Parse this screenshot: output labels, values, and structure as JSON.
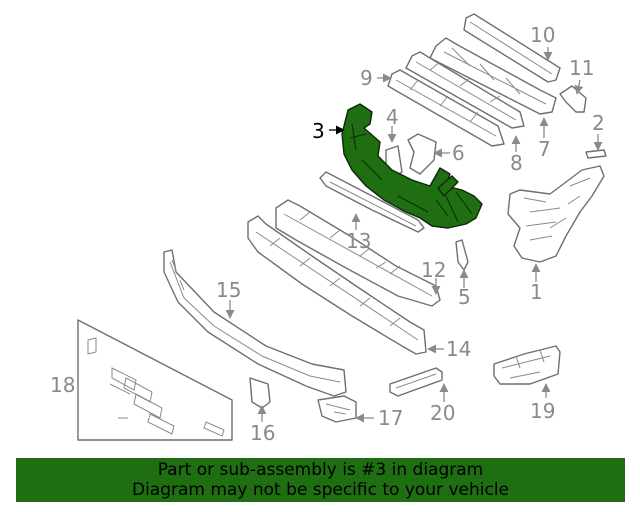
{
  "diagram": {
    "callouts": [
      {
        "id": "1",
        "label": "1"
      },
      {
        "id": "2",
        "label": "2"
      },
      {
        "id": "3",
        "label": "3"
      },
      {
        "id": "4",
        "label": "4"
      },
      {
        "id": "5",
        "label": "5"
      },
      {
        "id": "6",
        "label": "6"
      },
      {
        "id": "7",
        "label": "7"
      },
      {
        "id": "8",
        "label": "8"
      },
      {
        "id": "9",
        "label": "9"
      },
      {
        "id": "10",
        "label": "10"
      },
      {
        "id": "11",
        "label": "11"
      },
      {
        "id": "12",
        "label": "12"
      },
      {
        "id": "13",
        "label": "13"
      },
      {
        "id": "14",
        "label": "14"
      },
      {
        "id": "15",
        "label": "15"
      },
      {
        "id": "16",
        "label": "16"
      },
      {
        "id": "17",
        "label": "17"
      },
      {
        "id": "18",
        "label": "18"
      },
      {
        "id": "19",
        "label": "19"
      },
      {
        "id": "20",
        "label": "20"
      }
    ],
    "highlighted_part": "3",
    "colors": {
      "highlight": "#1f6e12",
      "banner": "#1f6e12",
      "callout_text": "#8a8a8a",
      "line_art": "#6f6f6f"
    }
  },
  "banner": {
    "line1": "Part or sub-assembly is #3 in diagram",
    "line2": "Diagram may not be specific to your vehicle"
  }
}
